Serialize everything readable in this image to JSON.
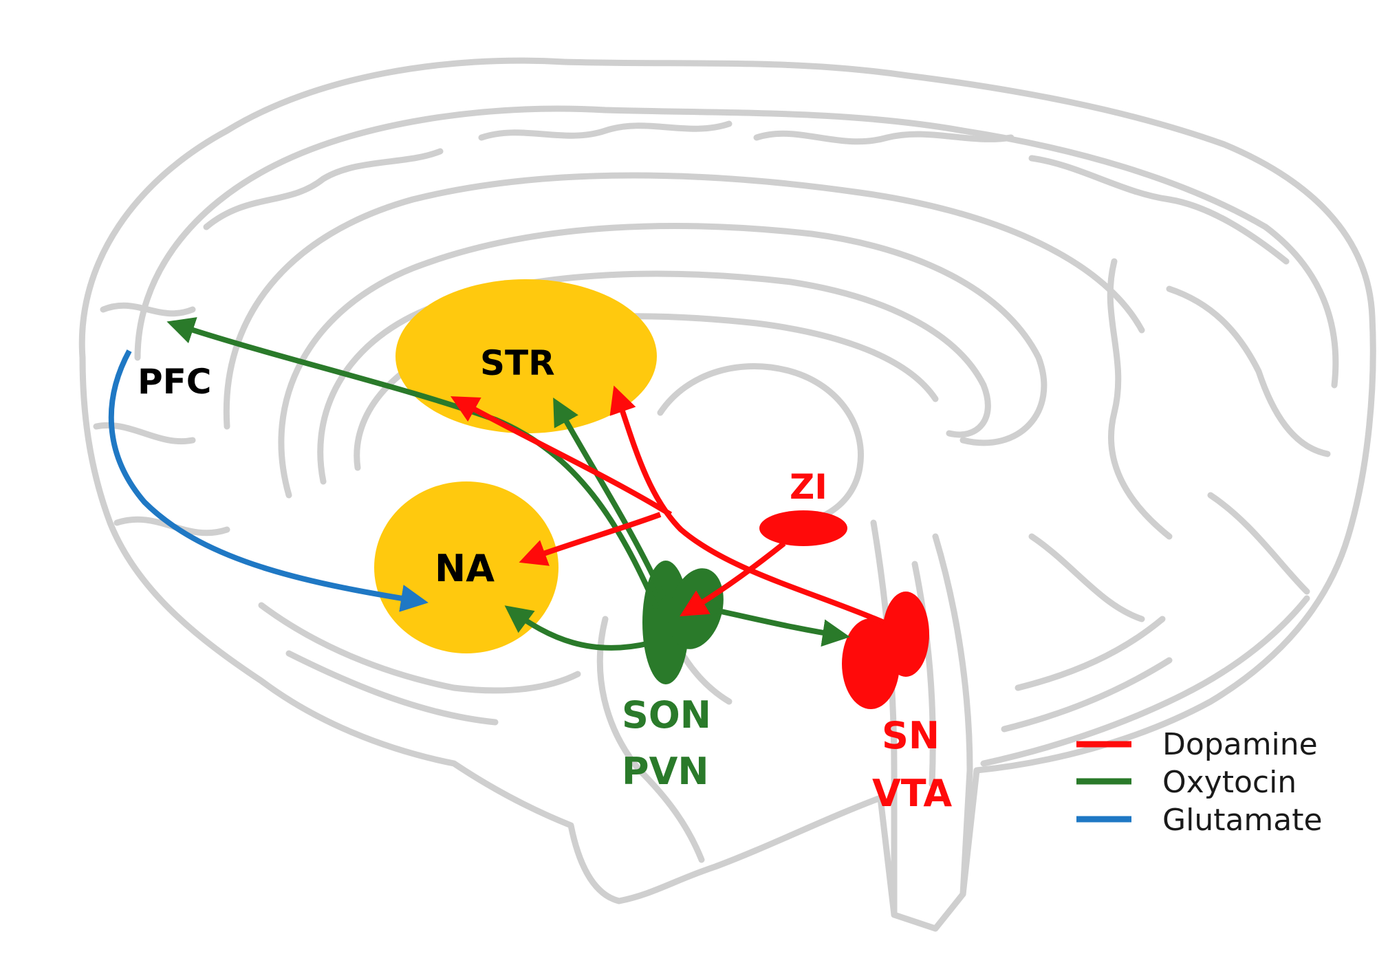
{
  "colors": {
    "dopamine": "#ff0a0a",
    "oxytocin": "#2a7a2a",
    "glutamate": "#1f78c4",
    "region_fill": "#ffc90e",
    "brain_outline": "#cfcfcf",
    "label_dark": "#000000",
    "legend_text": "#1a1a1a"
  },
  "regions": {
    "pfc": "PFC",
    "str": "STR",
    "na": "NA",
    "zi": "ZI",
    "son": "SON",
    "pvn": "PVN",
    "sn": "SN",
    "vta": "VTA"
  },
  "legend": {
    "items": [
      {
        "label": "Dopamine",
        "color": "#ff0a0a"
      },
      {
        "label": "Oxytocin",
        "color": "#2a7a2a"
      },
      {
        "label": "Glutamate",
        "color": "#1f78c4"
      }
    ]
  }
}
